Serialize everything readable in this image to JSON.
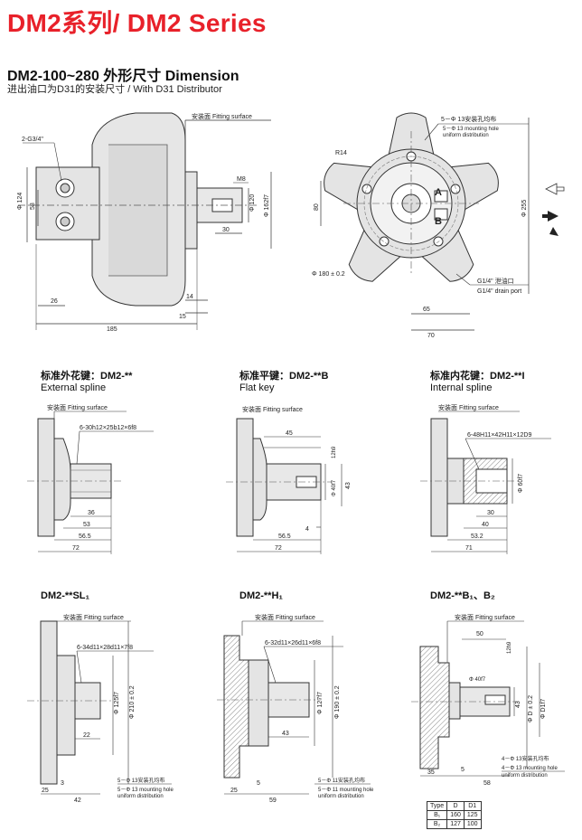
{
  "header": {
    "title": "DM2系列/ DM2 Series"
  },
  "section": {
    "heading": "DM2-100~280 外形尺寸  Dimension",
    "subheading": "进出油口为D31的安装尺寸 / With D31 Distributor"
  },
  "main_view": {
    "fitting_surface": "安装面 Fitting surface",
    "port": "2-G3/4\"",
    "dims": {
      "d124": "Φ 124",
      "d58": "58",
      "m8": "M8",
      "d120": "Φ 120",
      "d162": "Φ 162f7",
      "d30": "30",
      "d26": "26",
      "d14": "14",
      "d15": "15",
      "d185": "185"
    }
  },
  "end_view": {
    "holes_cn": "5－Φ 13安装孔均布",
    "holes_en1": "5－Φ 13 mounting hole",
    "holes_en2": "uniform distribution",
    "r14": "R14",
    "d80": "80",
    "d255": "Φ 255",
    "pcd": "Φ 180 ± 0.2",
    "drain_cn": "G1/4\" 泄油口",
    "drain_en": "G1/4\" drain port",
    "d65": "65",
    "d70": "70",
    "port_a": "A",
    "port_b": "B"
  },
  "variants": [
    {
      "cn": "标准外花键：DM2-**",
      "en": "External spline",
      "fit": "安装面 Fitting surface",
      "spec": "6-30h12×25b12×6f8",
      "dims": [
        "36",
        "53",
        "56.5",
        "72"
      ]
    },
    {
      "cn": "标准平键：DM2-**B",
      "en": "Flat key",
      "fit": "安装面 Fitting surface",
      "spec": "45",
      "dims": [
        "12h9",
        "Φ 40f7",
        "43",
        "4",
        "56.5",
        "72"
      ]
    },
    {
      "cn": "标准内花键：DM2-**I",
      "en": "Internal spline",
      "fit": "安装面 Fitting surface",
      "spec": "6-48H11×42H11×12D9",
      "dims": [
        "Φ 60f7",
        "30",
        "40",
        "53.2",
        "71"
      ]
    }
  ],
  "variants2": [
    {
      "cn": "DM2-**SL₁",
      "fit": "安装面 Fitting surface",
      "spec": "6-34d11×28d11×7f8",
      "dims": [
        "Φ 125f7",
        "Φ 210 ± 0.2",
        "22",
        "25",
        "3",
        "42"
      ],
      "holes": [
        "5－Φ 13安装孔均布",
        "5－Φ 13 mounting hole",
        "uniform distribution"
      ]
    },
    {
      "cn": "DM2-**H₁",
      "fit": "安装面 Fitting surface",
      "spec": "6-32d11×26d11×6f8",
      "dims": [
        "Φ 127f7",
        "Φ 190 ± 0.2",
        "43",
        "25",
        "5",
        "59"
      ],
      "holes": [
        "5－Φ 11安装孔均布",
        "5－Φ 11 mounting hole",
        "uniform distribution"
      ]
    },
    {
      "cn": "DM2-**B₁、B₂",
      "fit": "安装面 Fitting surface",
      "spec": "50",
      "dims": [
        "12h9",
        "Φ 40f7",
        "43",
        "Φ D ± 0.2",
        "Φ D1f7",
        "35",
        "5",
        "58"
      ],
      "holes": [
        "4－Φ 13安装孔均布",
        "4－Φ 13 mounting hole",
        "uniform distribution"
      ]
    }
  ],
  "table": {
    "headers": [
      "Type",
      "D",
      "D1"
    ],
    "rows": [
      [
        "B₁",
        "160",
        "125"
      ],
      [
        "B₂",
        "127",
        "100"
      ]
    ]
  },
  "colors": {
    "title": "#e8212a",
    "fill": "#e4e4e4",
    "hatch": "#999999"
  }
}
